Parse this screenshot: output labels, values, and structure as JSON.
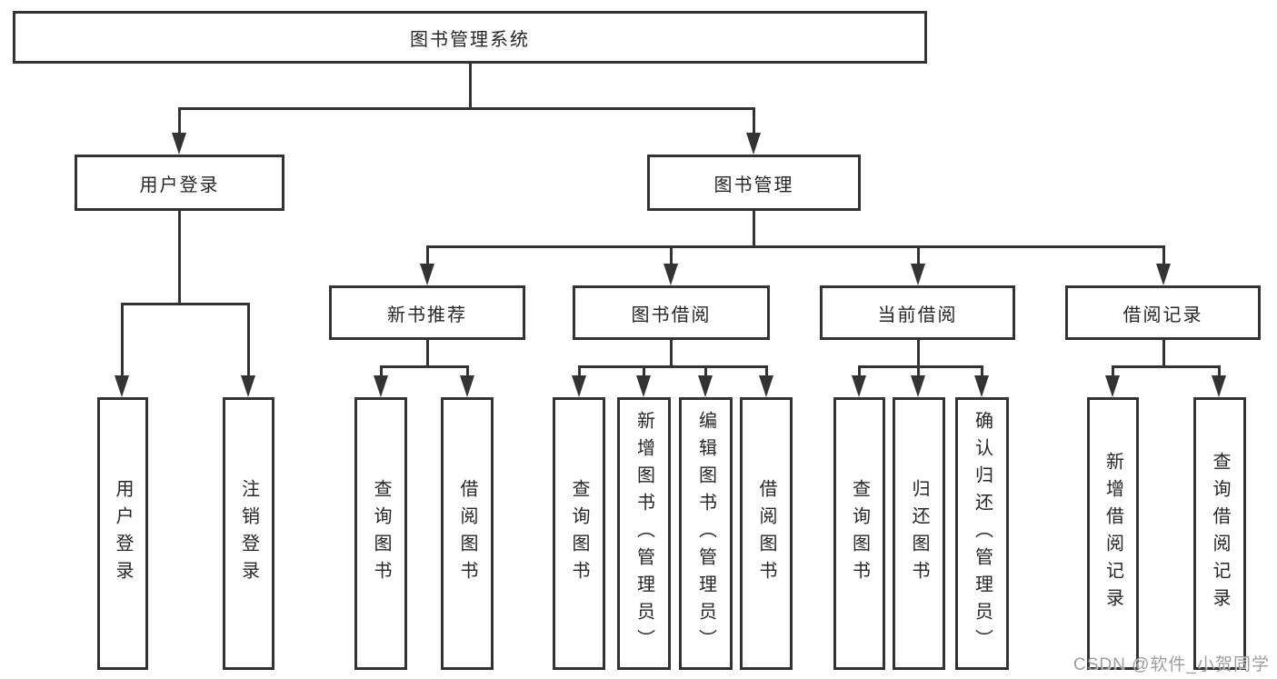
{
  "tree": {
    "label": "图书管理系统",
    "children": [
      {
        "label": "用户登录",
        "children": [
          "用户登录",
          "注销登录"
        ]
      },
      {
        "label": "图书管理",
        "children": [
          {
            "label": "新书推荐",
            "children": [
              "查询图书",
              "借阅图书"
            ]
          },
          {
            "label": "图书借阅",
            "children": [
              "查询图书",
              "新增图书（管理员）",
              "编辑图书（管理员）",
              "借阅图书"
            ]
          },
          {
            "label": "当前借阅",
            "children": [
              "查询图书",
              "归还图书",
              "确认归还（管理员）"
            ]
          },
          {
            "label": "借阅记录",
            "children": [
              "新增借阅记录",
              "查询借阅记录"
            ]
          }
        ]
      }
    ]
  },
  "watermark": {
    "text": "CSDN @软件_小贺同学"
  },
  "colors": {
    "line": "#333333",
    "text": "#262626",
    "watermark": "#949494",
    "background": "#ffffff"
  }
}
